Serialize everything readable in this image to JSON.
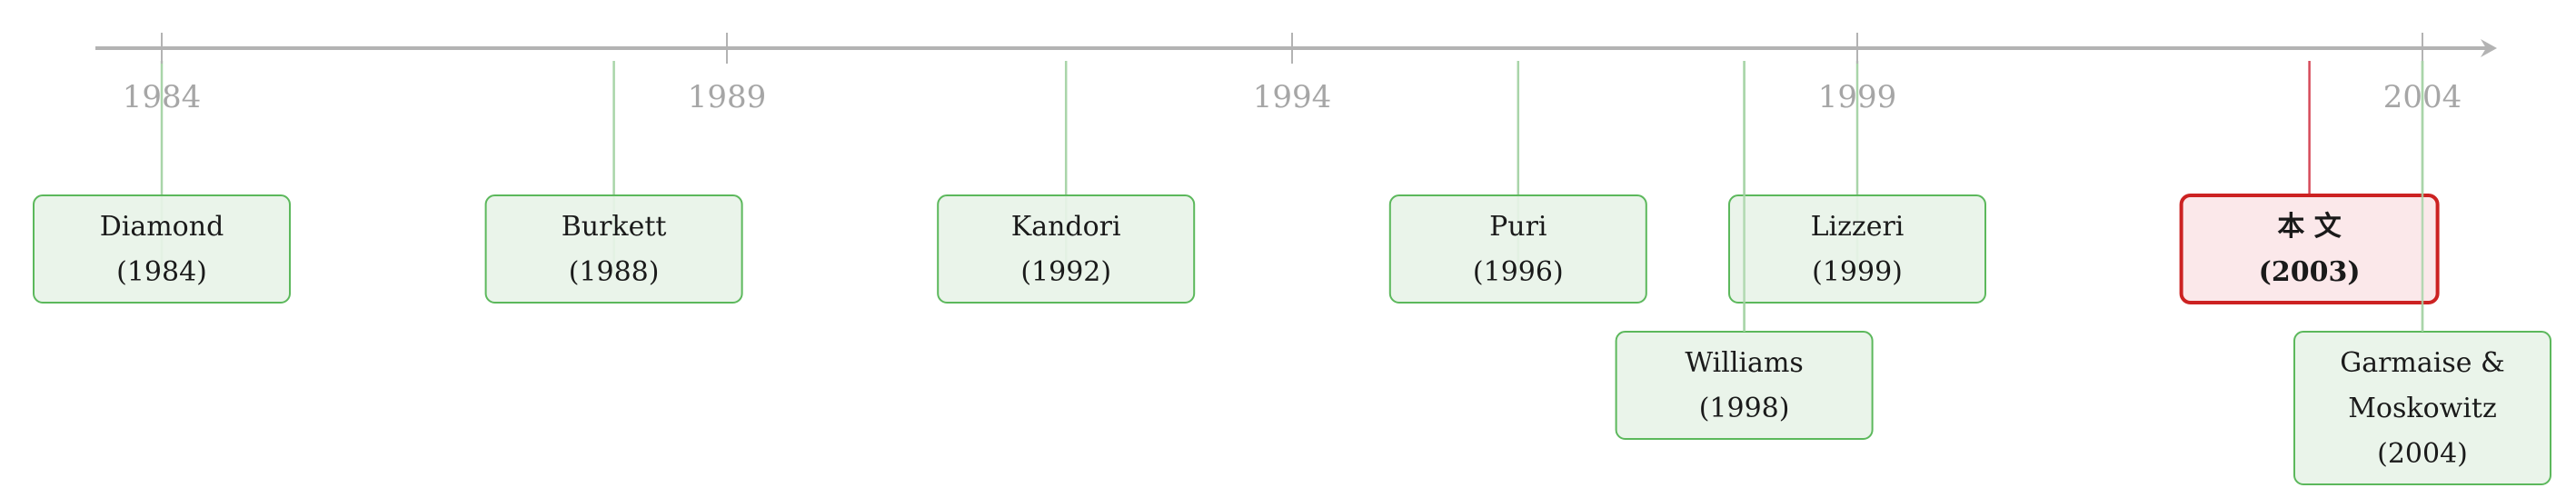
{
  "timeline": {
    "start_year": 1984,
    "end_year": 2004,
    "tick_years": [
      "1984",
      "1989",
      "1994",
      "1999",
      "2004"
    ],
    "colors": {
      "axis": "#b3b3b3",
      "tick_label": "#a6a6a6",
      "green_stroke": "#5cb85c",
      "green_fill": "#e8f3e8",
      "green_connector": "#a9d5a9",
      "red_stroke": "#cc2222",
      "red_fill": "#fbe6e8",
      "red_connector": "#d64a5a"
    }
  },
  "events": [
    {
      "id": "diamond",
      "year": 1984,
      "lines": [
        "Diamond",
        "(1984)"
      ],
      "tier": "upper",
      "highlight": false
    },
    {
      "id": "burkett",
      "year": 1988,
      "lines": [
        "Burkett",
        "(1988)"
      ],
      "tier": "upper",
      "highlight": false
    },
    {
      "id": "kandori",
      "year": 1992,
      "lines": [
        "Kandori",
        "(1992)"
      ],
      "tier": "upper",
      "highlight": false
    },
    {
      "id": "puri",
      "year": 1996,
      "lines": [
        "Puri",
        "(1996)"
      ],
      "tier": "upper",
      "highlight": false
    },
    {
      "id": "williams",
      "year": 1998,
      "lines": [
        "Williams",
        "(1998)"
      ],
      "tier": "lower",
      "highlight": false
    },
    {
      "id": "lizzeri",
      "year": 1999,
      "lines": [
        "Lizzeri",
        "(1999)"
      ],
      "tier": "upper",
      "highlight": false
    },
    {
      "id": "benwen",
      "year": 2003,
      "lines": [
        "本 文",
        "(2003)"
      ],
      "tier": "upper",
      "highlight": true
    },
    {
      "id": "garmaise",
      "year": 2004,
      "lines": [
        "Garmaise &",
        "Moskowitz",
        "(2004)"
      ],
      "tier": "lower",
      "highlight": false
    }
  ]
}
